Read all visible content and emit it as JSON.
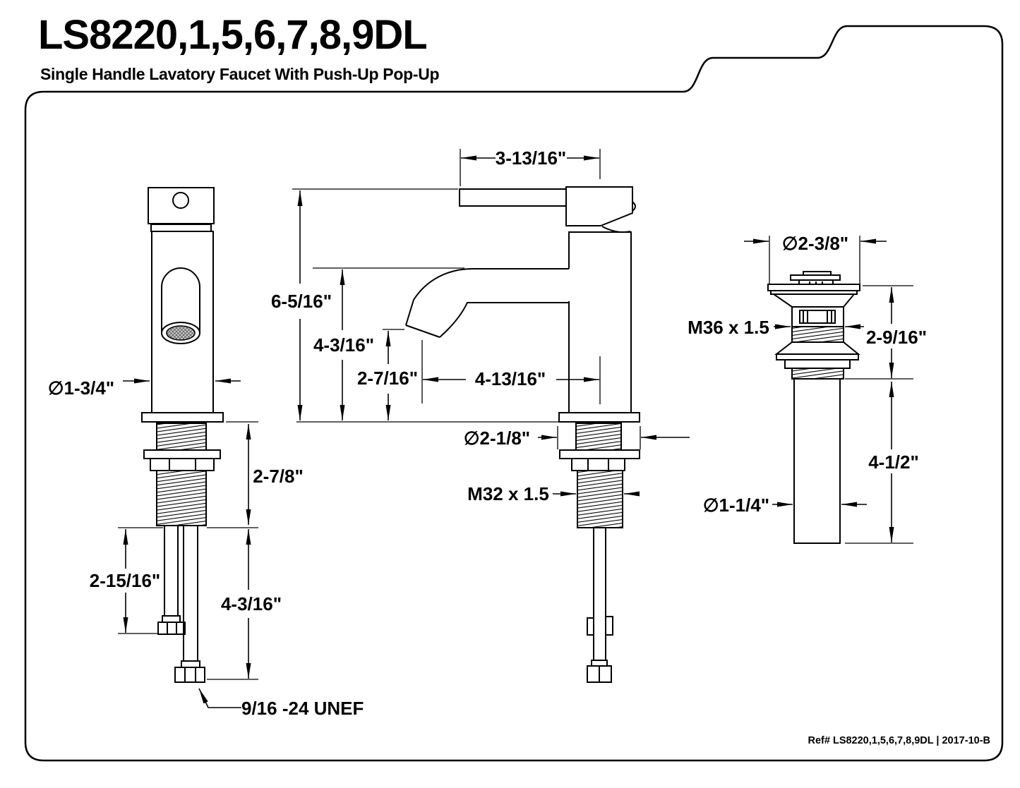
{
  "header": {
    "title": "LS8220,1,5,6,7,8,9DL",
    "subtitle": "Single Handle Lavatory Faucet With Push-Up Pop-Up"
  },
  "footer": {
    "reference": "Ref# LS8220,1,5,6,7,8,9DL | 2017-10-B"
  },
  "colors": {
    "line": "#000000",
    "background": "#ffffff"
  },
  "views": {
    "front": {
      "dims": {
        "body_diameter": "∅1-3/4\"",
        "shank_length": "2-7/8\"",
        "supply_tube_length": "2-15/16\"",
        "lift_rod_length": "4-3/16\"",
        "supply_thread": "9/16 -24 UNEF"
      }
    },
    "side": {
      "dims": {
        "handle_reach": "3-13/16\"",
        "overall_height": "6-5/16\"",
        "spout_height": "4-3/16\"",
        "spout_clearance": "2-7/16\"",
        "spout_reach": "4-13/16\"",
        "base_diameter": "∅2-1/8\"",
        "shank_thread": "M32 x 1.5"
      }
    },
    "drain": {
      "dims": {
        "flange_diameter": "∅2-3/8\"",
        "body_thread": "M36 x 1.5",
        "body_height": "2-9/16\"",
        "tailpiece_length": "4-1/2\"",
        "tailpiece_diameter": "∅1-1/4\""
      }
    }
  }
}
